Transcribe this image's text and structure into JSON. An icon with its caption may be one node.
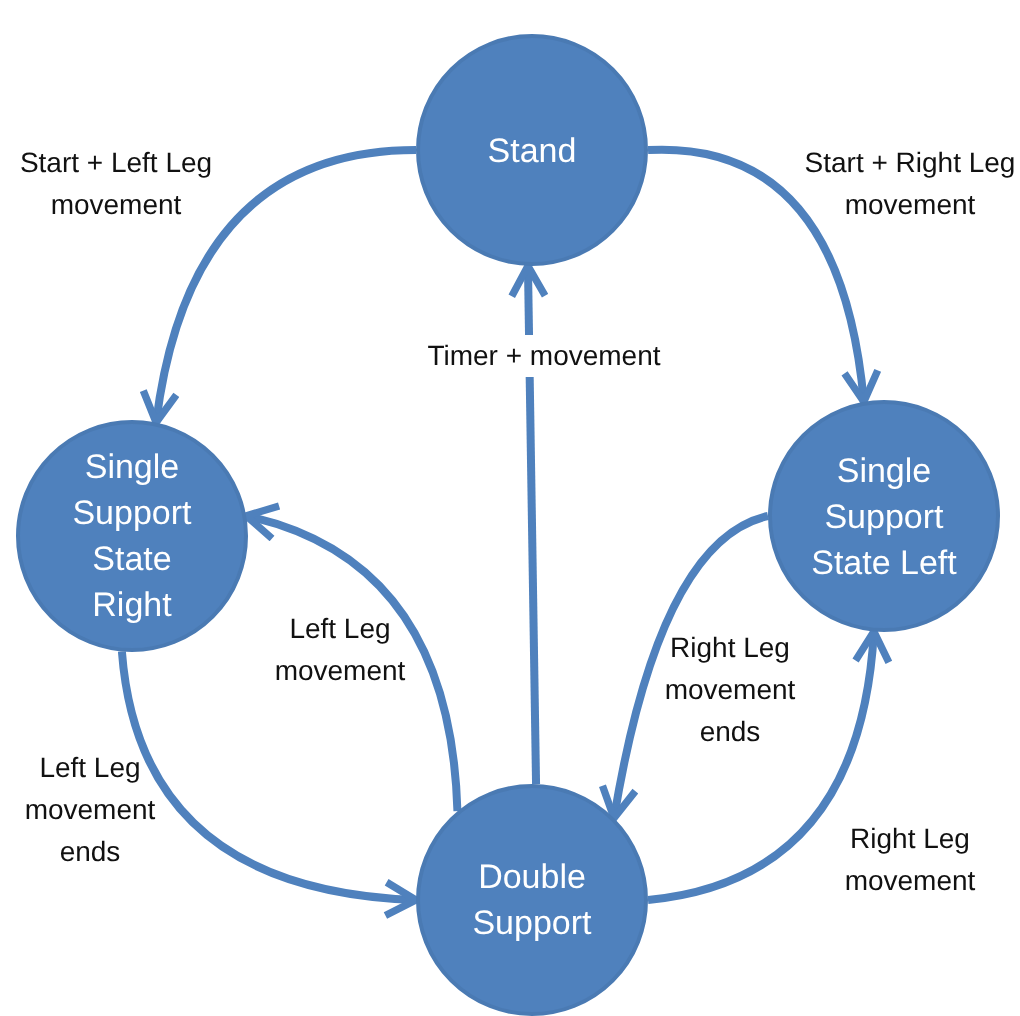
{
  "diagram": {
    "nodes": [
      {
        "text": [
          "Stand"
        ]
      },
      {
        "text": [
          "Single Support State Right"
        ]
      },
      {
        "text": [
          "Single Support State Left"
        ]
      },
      {
        "text": [
          "Double Support"
        ]
      }
    ],
    "edges": [
      {
        "from": 0,
        "to": 1,
        "arrow": "to",
        "label": "Start + Left Leg movement"
      },
      {
        "from": 0,
        "to": 2,
        "arrow": "to",
        "label": "Start + Right Leg movement"
      },
      {
        "from": 3,
        "to": 0,
        "arrow": "to",
        "label": "Timer + movement"
      },
      {
        "from": 3,
        "to": 1,
        "arrow": "to",
        "label": "Left Leg movement"
      },
      {
        "from": 1,
        "to": 3,
        "arrow": "to",
        "label": "Left Leg movement ends"
      },
      {
        "from": 2,
        "to": 3,
        "arrow": "to",
        "label": "Right Leg movement ends"
      },
      {
        "from": 3,
        "to": 2,
        "arrow": "to",
        "label": "Right Leg movement"
      }
    ]
  }
}
